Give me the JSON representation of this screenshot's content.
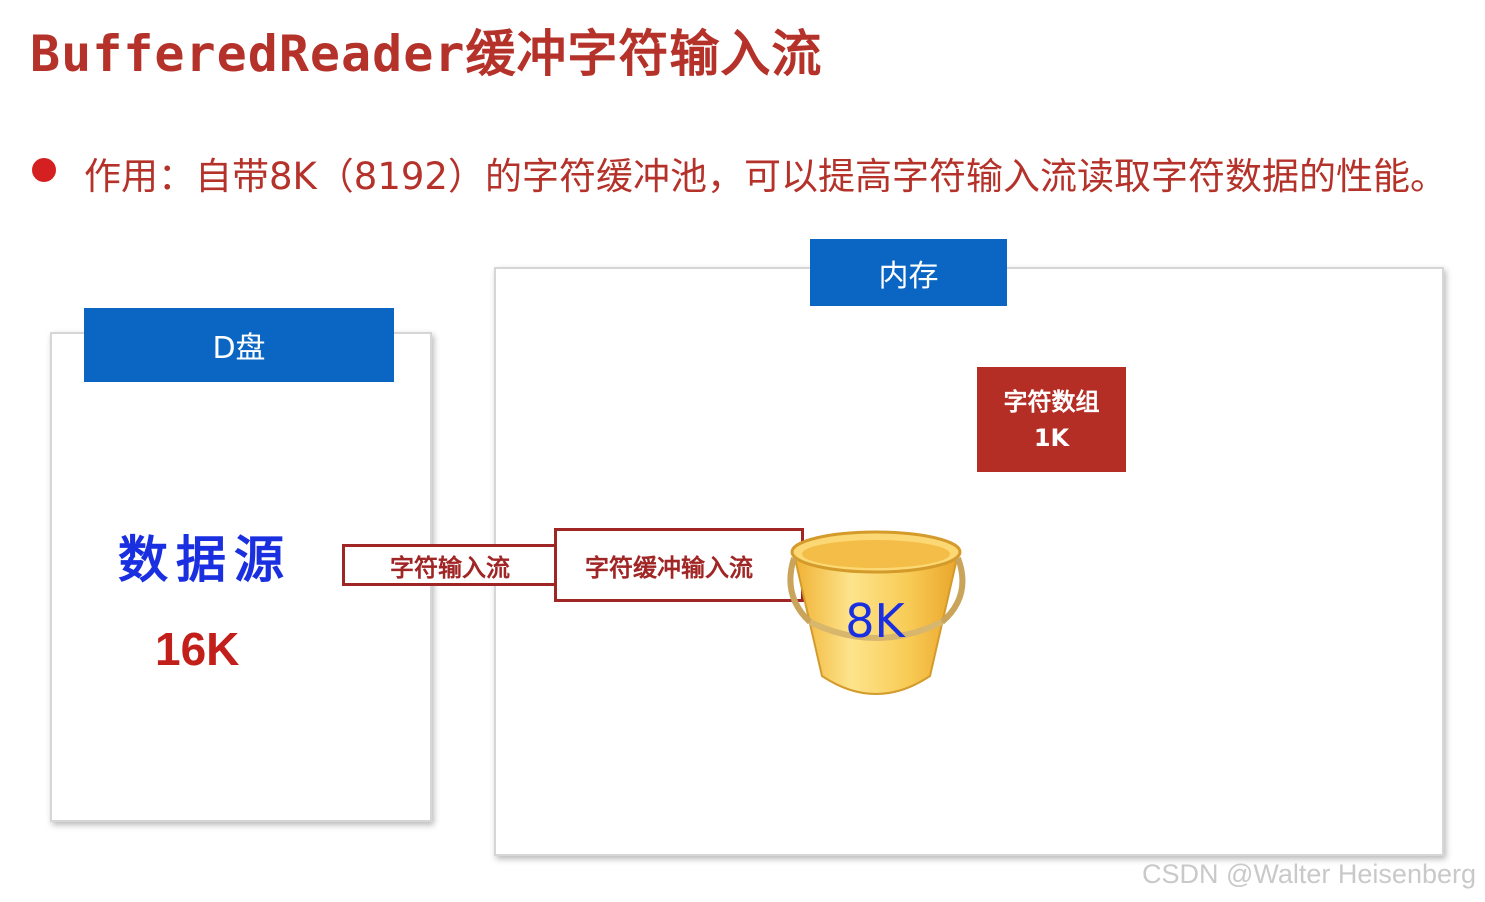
{
  "title": {
    "en": "BufferedReader",
    "cn": "缓冲字符输入流"
  },
  "bullet": "作用：自带8K（8192）的字符缓冲池，可以提高字符输入流读取字符数据的性能。",
  "disk": {
    "header": "D盘",
    "source_label": "数据源",
    "size_label": "16K"
  },
  "memory": {
    "header": "内存",
    "array_label_line1": "字符数组",
    "array_label_line2": "1K",
    "bucket_label": "8K"
  },
  "streams": {
    "char_input_stream": "字符输入流",
    "buffered_char_input_stream": "字符缓冲输入流"
  },
  "watermark": "CSDN @Walter Heisenberg",
  "colors": {
    "title_red": "#b5322a",
    "header_blue": "#0a65c3",
    "array_red": "#b52e26",
    "handwriting_blue": "#1a2fe0",
    "size_red": "#c31f1a",
    "bucket_yellow": "#f8c94a"
  }
}
